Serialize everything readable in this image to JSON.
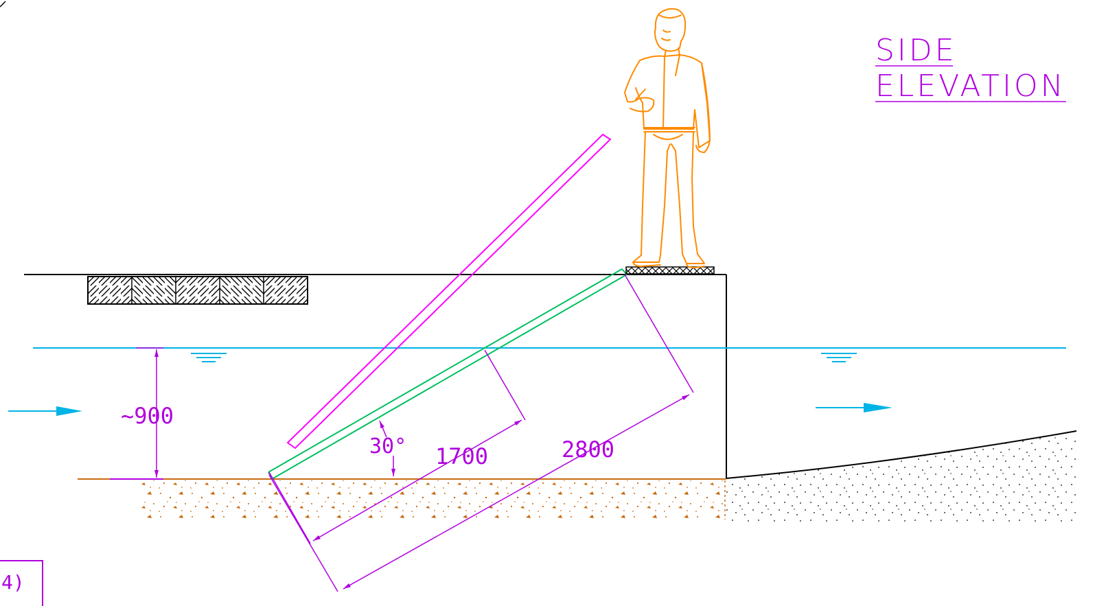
{
  "title": {
    "line1": "SIDE",
    "line2": "ELEVATION"
  },
  "dimensions": {
    "water_depth": "~900",
    "angle": "30°",
    "ramp_length_short": "1700",
    "ramp_length_long": "2800"
  },
  "sheet_ref": "4)",
  "colors": {
    "outline": "#000000",
    "water": "#00b4e6",
    "dimension": "#b000e0",
    "ramp_raised": "#ff00ff",
    "ramp_lowered": "#00c060",
    "person": "#ff8a00",
    "soil": "#c86a10",
    "title": "#b000e0"
  },
  "icons": {
    "flow_direction": "arrow-right-icon",
    "water_level": "water-level-symbol-icon",
    "person": "person-figure-icon",
    "rip_rap": "hatched-block-icon"
  }
}
